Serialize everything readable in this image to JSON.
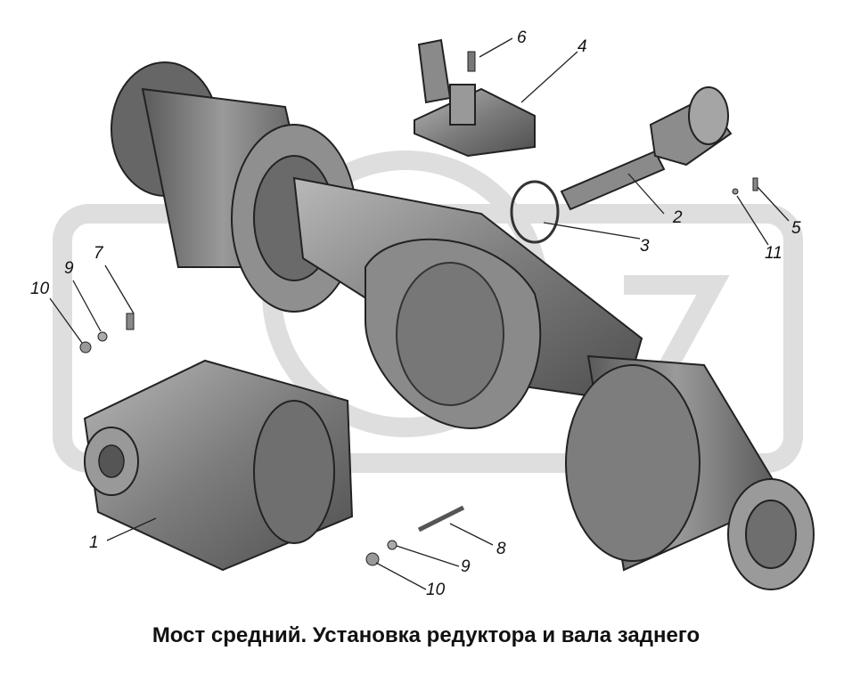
{
  "caption": "Мост средний. Установка редуктора и вала заднего",
  "callouts": {
    "c1": "1",
    "c2": "2",
    "c3": "3",
    "c4": "4",
    "c5": "5",
    "c6": "6",
    "c7": "7",
    "c8": "8",
    "c9a": "9",
    "c9b": "9",
    "c10a": "10",
    "c10b": "10",
    "c11": "11"
  },
  "colors": {
    "part_fill": "#8a8a8a",
    "part_dark": "#4a4a4a",
    "watermark": "#dcdcdc",
    "line": "#222222"
  }
}
